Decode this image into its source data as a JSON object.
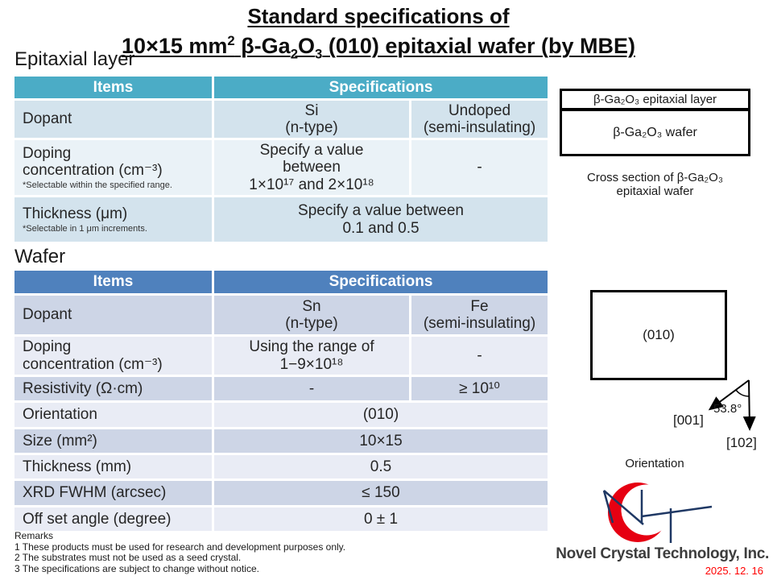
{
  "slide": {
    "title_line1": "Standard specifications of",
    "title2": {
      "p0": "10×15 mm",
      "p1": "2",
      "p2": " β-Ga",
      "p3": "2",
      "p4": "O",
      "p5": "3",
      "p6": " (010) epitaxial wafer (by MBE)"
    },
    "date": "2025. 12. 16"
  },
  "sections": {
    "epitaxial_label": "Epitaxial layer",
    "wafer_label": "Wafer"
  },
  "epitaxial_table": {
    "col_items": "Items",
    "col_specifications": "Specifications",
    "rows": {
      "dopant": {
        "item": "Dopant",
        "spec_n": "Si\n(n-type)",
        "spec_si": "Undoped\n(semi-insulating)"
      },
      "doping": {
        "item": "Doping\nconcentration (cm⁻³)",
        "note": "*Selectable within the specified range.",
        "spec_n": "Specify a value\nbetween\n1×10¹⁷ and 2×10¹⁸",
        "spec_si": "-"
      },
      "thickness": {
        "item": "Thickness (μm)",
        "note": "*Selectable in 1 μm increments.",
        "spec": "Specify a value between\n0.1 and 0.5"
      }
    }
  },
  "wafer_table": {
    "col_items": "Items",
    "col_specifications": "Specifications",
    "rows": {
      "dopant": {
        "item": "Dopant",
        "spec_n": "Sn\n(n-type)",
        "spec_si": "Fe\n(semi-insulating)"
      },
      "doping": {
        "item": "Doping\nconcentration (cm⁻³)",
        "spec_n": "Using the range of\n1−9×10¹⁸",
        "spec_si": "-"
      },
      "resistivity": {
        "item": "Resistivity (Ω·cm)",
        "spec_n": "-",
        "spec_si": "≥ 10¹⁰"
      },
      "orientation": {
        "item": "Orientation",
        "spec": "(010)"
      },
      "size": {
        "item": "Size (mm²)",
        "spec": "10×15"
      },
      "thickness": {
        "item": "Thickness (mm)",
        "spec": "0.5"
      },
      "xrd": {
        "item": "XRD FWHM (arcsec)",
        "spec": "≤ 150"
      },
      "offset": {
        "item": "Off set angle (degree)",
        "spec": "0 ± 1"
      }
    }
  },
  "cross_section": {
    "epitaxial_layer": "β-Ga₂O₃ epitaxial layer",
    "wafer": "β-Ga₂O₃ wafer",
    "caption": "Cross section of β-Ga₂O₃\nepitaxial wafer"
  },
  "orientation_diagram": {
    "plane": "(010)",
    "angle": "53.8°",
    "axis_001": "[001]",
    "axis_102": "[102]",
    "caption": "Orientation"
  },
  "remarks": {
    "heading": "Remarks",
    "lines": [
      "1 These products must be used for research and development purposes only.",
      "2 The substrates must not be used as a seed crystal.",
      "3 The specifications are subject to change without notice."
    ]
  },
  "footer": {
    "company": "Novel Crystal Technology, Inc."
  },
  "colors": {
    "epitaxial_header": "#4BACC6",
    "wafer_header": "#4F81BD",
    "epitaxial_band_dark": "#D3E3ED",
    "epitaxial_band_light": "#EAF2F7",
    "wafer_band_dark": "#CDD5E6",
    "wafer_band_light": "#E9ECF5",
    "date_red": "#FF0000",
    "logo_red": "#E60012",
    "logo_navy": "#1F3864"
  }
}
